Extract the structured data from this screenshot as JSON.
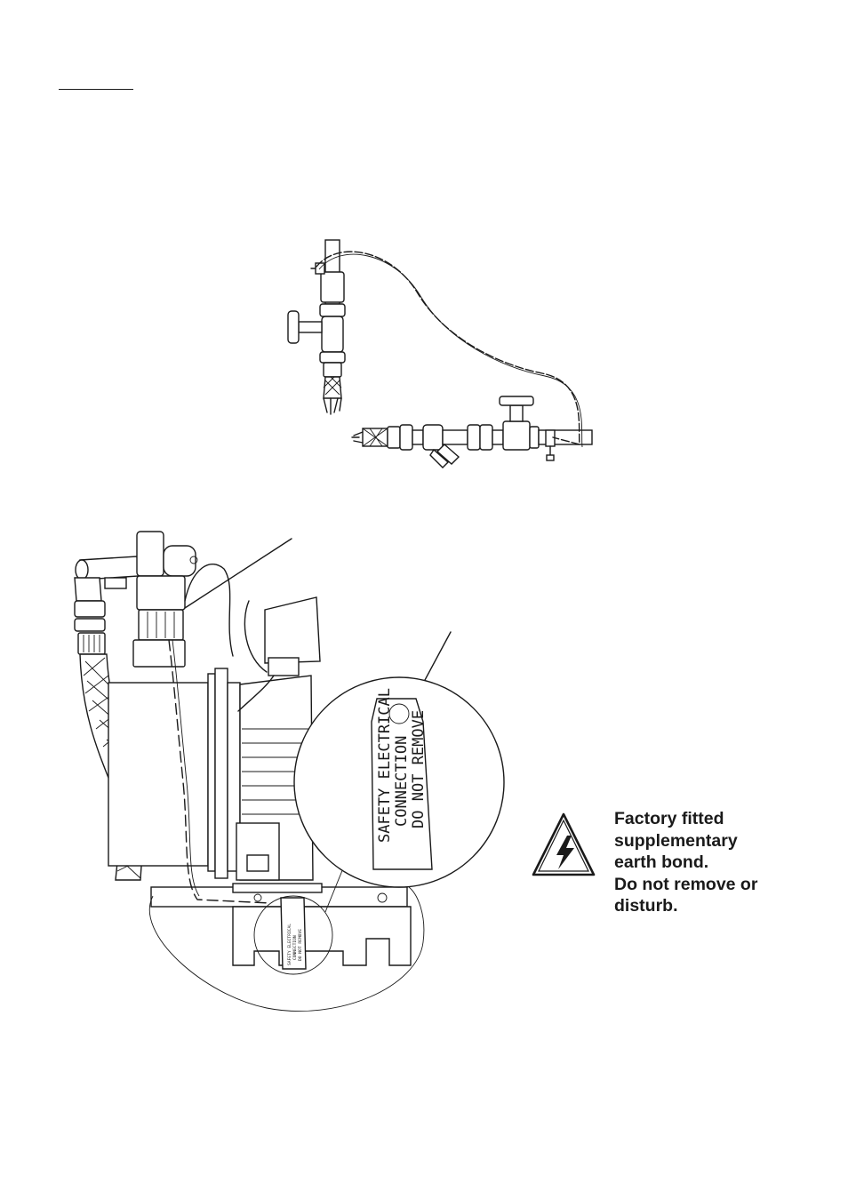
{
  "header": {
    "rule": ""
  },
  "warning": {
    "icon": "electrical-hazard-triangle-icon",
    "lines": [
      "Factory fitted",
      "supplementary",
      "earth bond.",
      "Do not remove or",
      "disturb."
    ]
  },
  "tag": {
    "lines": [
      "SAFETY ELECTRICAL",
      "CONNECTION",
      "DO NOT REMOVE"
    ]
  },
  "colors": {
    "ink": "#1a1a1a",
    "paper": "#ffffff"
  }
}
